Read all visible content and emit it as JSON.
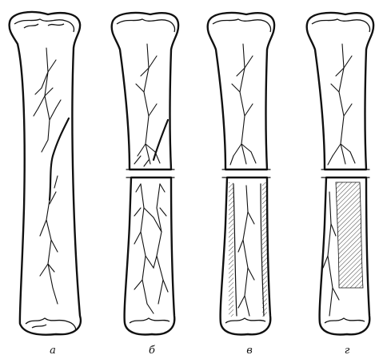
{
  "figure": {
    "panels": [
      {
        "id": "a",
        "label": "а"
      },
      {
        "id": "b",
        "label": "б"
      },
      {
        "id": "v",
        "label": "в"
      },
      {
        "id": "g",
        "label": "г"
      }
    ]
  }
}
